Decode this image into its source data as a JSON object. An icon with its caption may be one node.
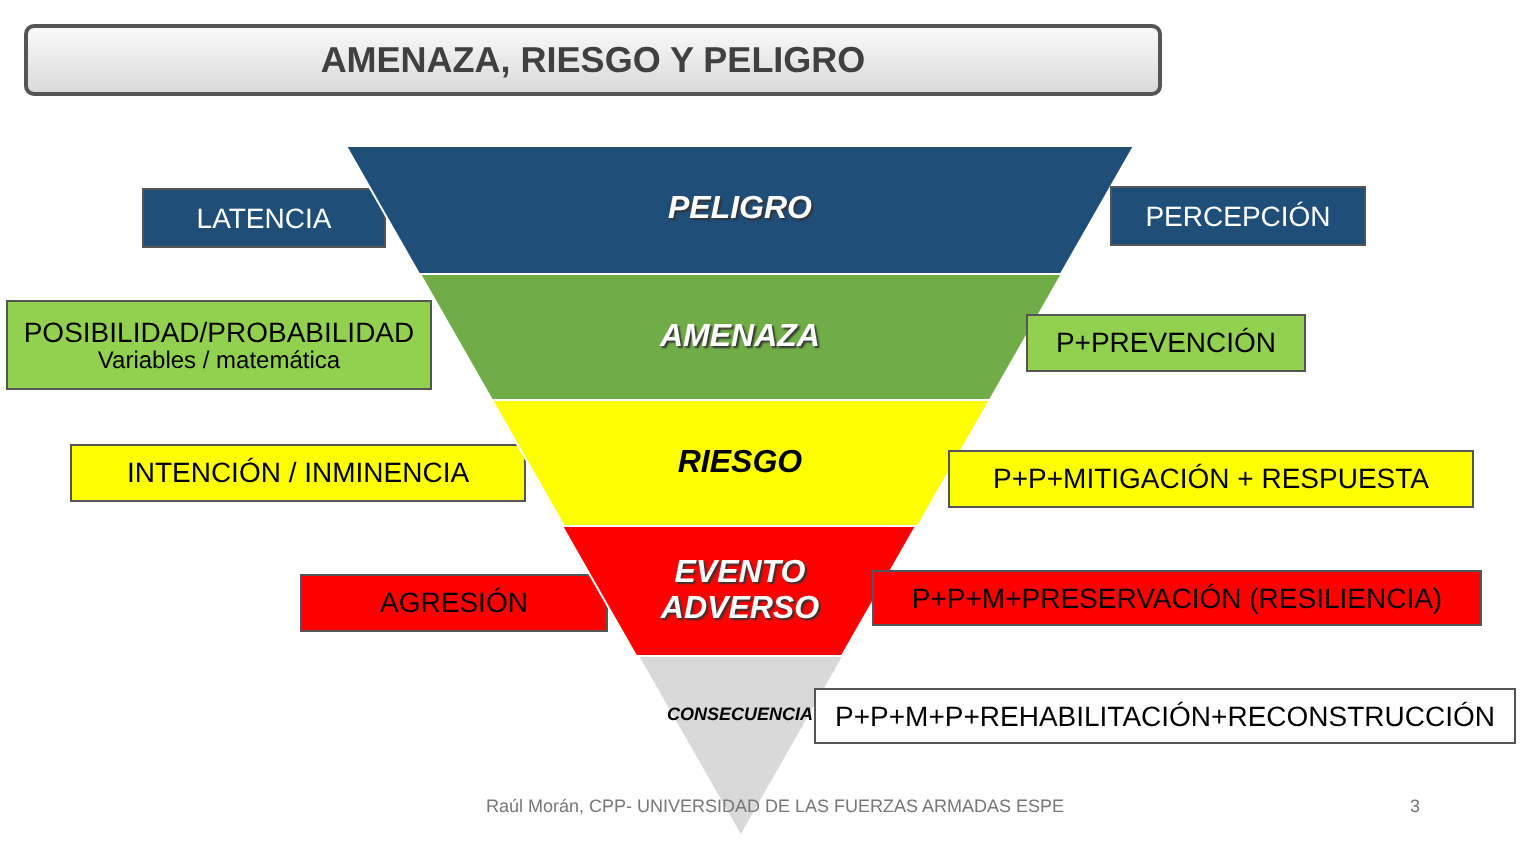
{
  "diagram": {
    "title": "AMENAZA, RIESGO Y PELIGRO",
    "nodes": [
      {
        "text": [
          "LATENCIA"
        ]
      },
      {
        "text": [
          "PELIGRO"
        ]
      },
      {
        "text": [
          "PERCEPCIÓN"
        ]
      },
      {
        "text": [
          "POSIBILIDAD/PROBABILIDAD",
          "Variables / matemática"
        ]
      },
      {
        "text": [
          "AMENAZA"
        ]
      },
      {
        "text": [
          "P+PREVENCIÓN"
        ]
      },
      {
        "text": [
          "INTENCIÓN / INMINENCIA"
        ]
      },
      {
        "text": [
          "RIESGO"
        ]
      },
      {
        "text": [
          "P+P+MITIGACIÓN + RESPUESTA"
        ]
      },
      {
        "text": [
          "AGRESIÓN"
        ]
      },
      {
        "text": [
          "EVENTO ADVERSO"
        ]
      },
      {
        "text": [
          "P+P+M+PRESERVACIÓN (RESILIENCIA)"
        ]
      },
      {
        "text": [
          "CONSECUENCIA"
        ]
      },
      {
        "text": [
          "P+P+M+P+REHABILITACIÓN+RECONSTRUCCIÓN"
        ]
      }
    ],
    "labels": [
      "Raúl Morán, CPP- UNIVERSIDAD DE LAS FUERZAS ARMADAS ESPE",
      "3"
    ]
  }
}
